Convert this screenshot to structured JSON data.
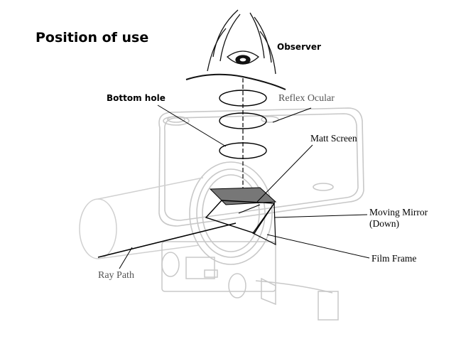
{
  "diagram": {
    "title": "Position of use",
    "labels": {
      "observer": "Observer",
      "bottom_hole": "Bottom hole",
      "reflex_ocular": "Reflex Ocular",
      "matt_screen": "Matt Screen",
      "moving_mirror_line1": "Moving Mirror",
      "moving_mirror_line2": "(Down)",
      "film_frame": "Film Frame",
      "ray_path": "Ray Path"
    }
  }
}
